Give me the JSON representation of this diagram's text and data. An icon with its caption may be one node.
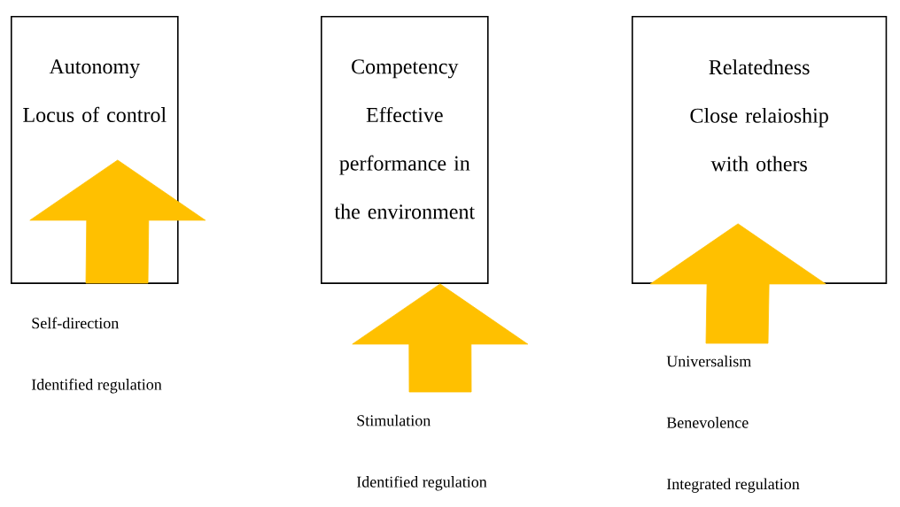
{
  "diagram": {
    "nodes": [
      {
        "text": [
          "Autonomy",
          "Locus of control"
        ]
      },
      {
        "text": [
          "Competency",
          "Effective performance in the environment"
        ]
      },
      {
        "text": [
          "Relatedness",
          "Close relaioship with others"
        ]
      },
      {
        "text": [
          "Self-direction",
          "Identified regulation"
        ]
      },
      {
        "text": [
          "Stimulation",
          "Identified regulation"
        ]
      },
      {
        "text": [
          "Universalism",
          "Benevolence",
          "Integrated regulation"
        ]
      }
    ],
    "edges": [
      {
        "from": 3,
        "to": 0,
        "arrow": "to"
      },
      {
        "from": 4,
        "to": 1,
        "arrow": "to"
      },
      {
        "from": 5,
        "to": 2,
        "arrow": "to"
      }
    ]
  }
}
